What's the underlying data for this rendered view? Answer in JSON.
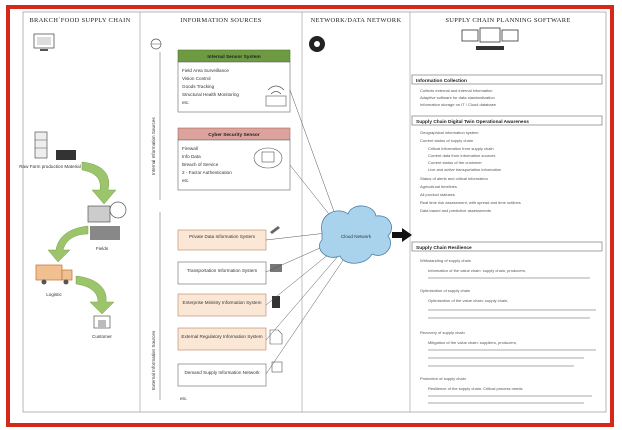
{
  "columns": {
    "col1": "BRAKCH`FOOD SUPPLY CHAIN",
    "col2": "INFORMATION SOURCES",
    "col3": "NETWORK/DATA NETWORK",
    "col4": "SUPPLY CHAIN PLANNING SOFTWARE"
  },
  "left_nodes": [
    "Raw Farm production Material",
    "Fields",
    "Logistic",
    "Customer"
  ],
  "internal_label": "Internal Information Sources",
  "external_label": "External Information Sources",
  "internal_boxes": [
    {
      "title": "Internal Sensor System",
      "items": [
        "Field Area Surveillance",
        "Vision Control",
        "Goods Tracking",
        "Structural Health Monitoring",
        "etc."
      ]
    },
    {
      "title": "Cyber Security Sensor",
      "items": [
        "Firewall",
        "Info Data",
        "Breach of Service",
        "2 - Factor Authentication",
        "etc."
      ]
    }
  ],
  "external_boxes": [
    "Private Data Information System",
    "Transportation Information System",
    "Enterprise Ministry Information System",
    "External Regulatory Information System",
    "Demand Supply Information Network",
    "etc."
  ],
  "cloud_label": "Cloud Network",
  "software_sections": [
    {
      "title": "Information Collection",
      "lines": [
        "Collects external and internal information",
        "Adaptive software for data standardization",
        "Information storage on IT / Cloud database"
      ]
    },
    {
      "title": "Supply Chain Digital Twin Operational Awareness",
      "lines": [
        "Geographical information system",
        "Current status of supply chain",
        "Critical information from supply chain",
        "Current data from information sources",
        "Current status of the customer",
        "Live and active transportation information",
        "Status of alerts and critical information",
        "Agricultural timelines",
        "All product statuses",
        "Real time risk assessment, with spread and time outlines",
        "Data based and predictive assessments"
      ]
    },
    {
      "title": "Supply Chain Resilience",
      "lines": [
        "Withstanding of supply chain",
        "Information of the value chain: supply chain, producers,",
        "Optimization of supply chain",
        "Optimization of the value chain: supply chain,",
        "Recovery of supply chain",
        "Mitigation of the value chain: suppliers, producers,",
        "Protection of supply chain",
        "Resilience of the supply chain: Critical process needs"
      ]
    }
  ],
  "colors": {
    "frame": "#d6281a",
    "green_header": "#6e9a43",
    "pink_header": "#dba39b",
    "cloud": "#a9d3ec",
    "arrow_green": "#9bc46b"
  },
  "icons": [
    "computer-monitors-icon",
    "globe-network-icon",
    "factory-icon",
    "tractor-icon",
    "truck-icon",
    "store-icon",
    "shield-icon",
    "wifi-icon"
  ]
}
